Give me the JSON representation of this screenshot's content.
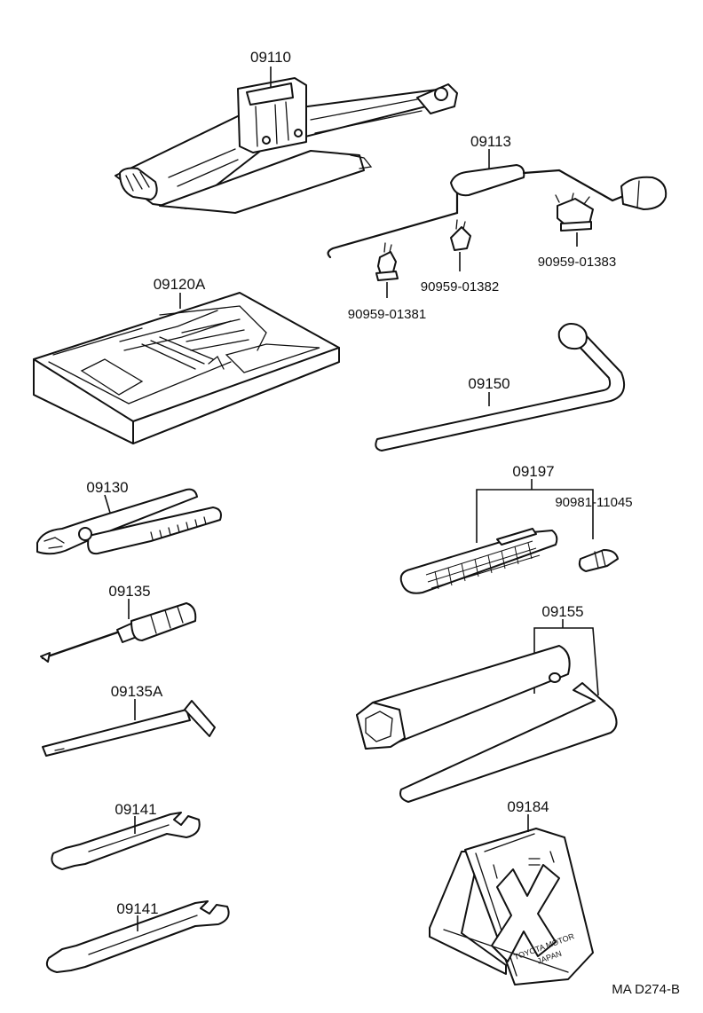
{
  "diagram": {
    "code": "MA D274-B",
    "parts": {
      "jack": "09110",
      "jack_handle": "09113",
      "clip_1": "90959-01381",
      "clip_2": "90959-01382",
      "clip_3": "90959-01383",
      "tool_tray": "09120A",
      "wheel_nut_wrench": "09150",
      "pliers": "09130",
      "plug_wrench_handle_group": "09197",
      "plug_cap": "90981-11045",
      "screwdriver": "09135",
      "offset_screwdriver": "09135A",
      "spark_plug_wrench": "09155",
      "wrench_upper": "09141",
      "wrench_lower": "09141",
      "triangle_stand": "09184"
    },
    "stamp_text": [
      "TOYOTA MOTOR",
      "JAPAN"
    ]
  }
}
